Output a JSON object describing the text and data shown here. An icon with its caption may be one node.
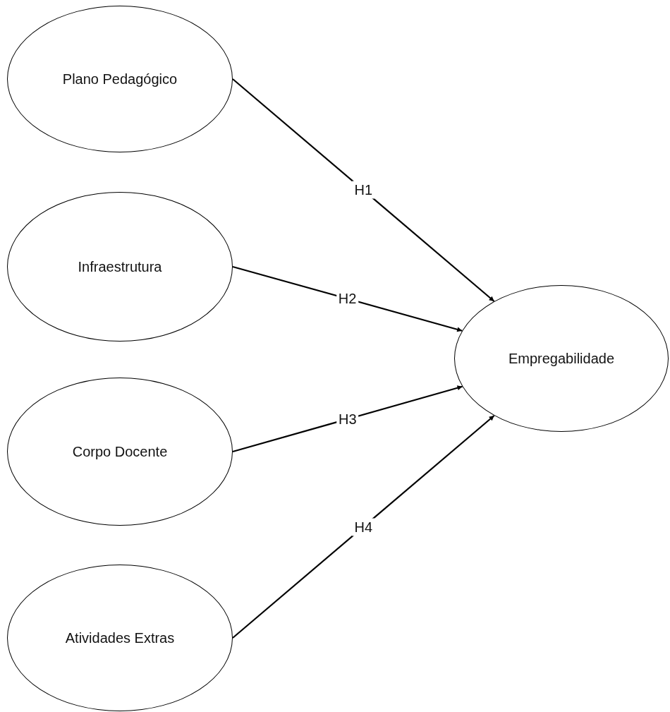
{
  "diagram": {
    "nodes": [
      {
        "text": [
          "Plano Pedagógico"
        ]
      },
      {
        "text": [
          "Infraestrutura"
        ]
      },
      {
        "text": [
          "Corpo Docente"
        ]
      },
      {
        "text": [
          "Atividades Extras"
        ]
      },
      {
        "text": [
          "Empregabilidade"
        ]
      }
    ],
    "edges": [
      {
        "from": 0,
        "to": 4,
        "arrow": "to",
        "label": "H1"
      },
      {
        "from": 1,
        "to": 4,
        "arrow": "to",
        "label": "H2"
      },
      {
        "from": 2,
        "to": 4,
        "arrow": "to",
        "label": "H3"
      },
      {
        "from": 3,
        "to": 4,
        "arrow": "to",
        "label": "H4"
      }
    ]
  }
}
